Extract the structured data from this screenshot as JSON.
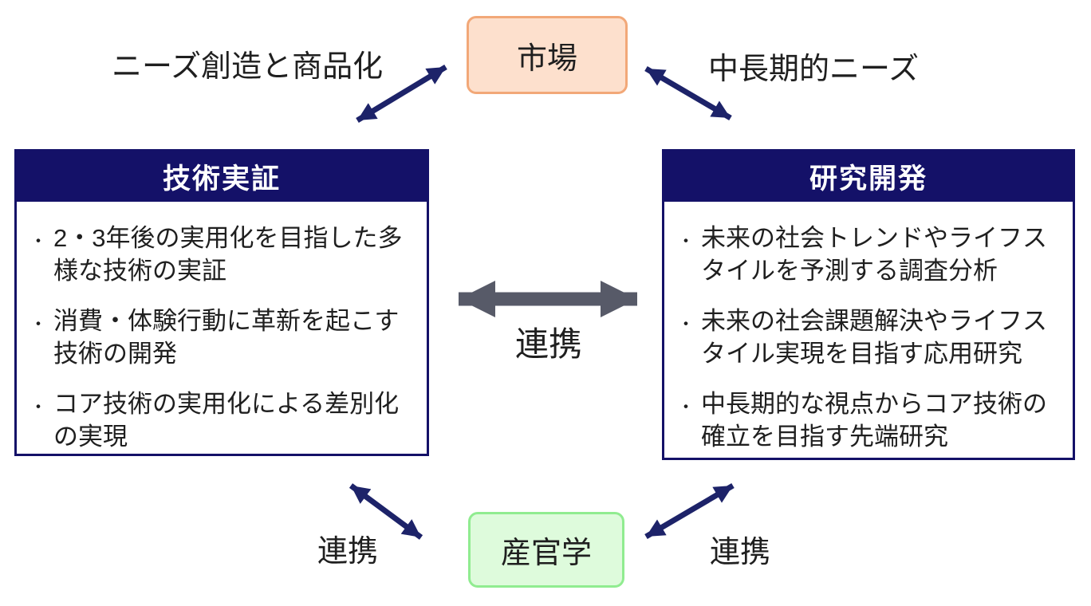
{
  "palette": {
    "navy": "#141168",
    "arrow_navy": "#1d2369",
    "gray_arrow": "#575a68",
    "market_fill": "#fde0cd",
    "market_border": "#f2a878",
    "gov_fill": "#defbdc",
    "gov_border": "#90ec90",
    "text": "#1f1f1f"
  },
  "diagram": {
    "bullet_char": "・",
    "market_node_label": "市場",
    "gov_node_label": "産官学",
    "top_left_label": "ニーズ創造と商品化",
    "top_right_label": "中長期的ニーズ",
    "center_link_label": "連携",
    "bottom_left_link_label": "連携",
    "bottom_right_link_label": "連携",
    "tech_box": {
      "title": "技術実証",
      "bullets": [
        "2・3年後の実用化を目指した多様な技術の実証",
        "消費・体験行動に革新を起こす技術の開発",
        "コア技術の実用化による差別化の実現"
      ]
    },
    "rd_box": {
      "title": "研究開発",
      "bullets": [
        "未来の社会トレンドやライフスタイルを予測する調査分析",
        "未来の社会課題解決やライフスタイル実現を目指す応用研究",
        "中長期的な視点からコア技術の確立を目指す先端研究"
      ]
    }
  }
}
